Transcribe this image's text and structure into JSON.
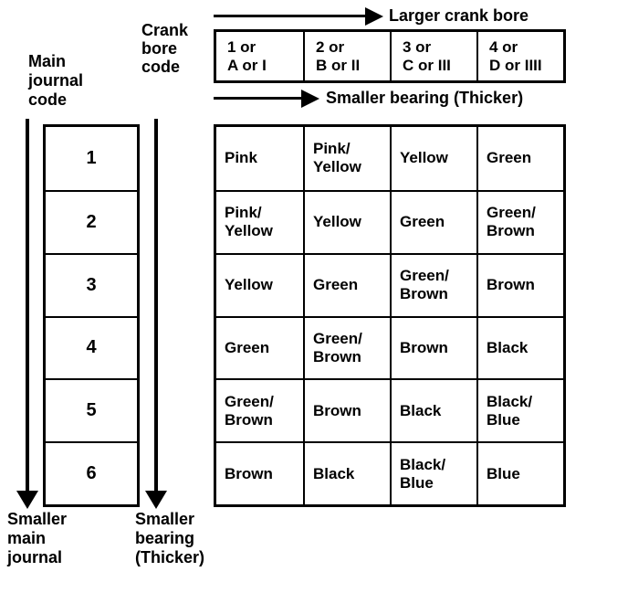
{
  "page": {
    "background": "#ffffff",
    "ink": "#000000",
    "description": "Bearing color selection chart by crank bore code and main journal code"
  },
  "labels": {
    "main_journal_code": "Main\njournal\ncode",
    "crank_bore_code": "Crank\nbore\ncode",
    "larger_crank_bore": "Larger crank bore",
    "smaller_bearing_top": "Smaller bearing (Thicker)",
    "smaller_main_journal": "Smaller\nmain\njournal",
    "smaller_bearing_bottom": "Smaller\nbearing\n(Thicker)"
  },
  "crank_bore_header": {
    "cells": [
      "1 or\nA or I",
      "2 or\nB or II",
      "3 or\nC or III",
      "4 or\nD or IIII"
    ]
  },
  "main_journal_rows": [
    "1",
    "2",
    "3",
    "4",
    "5",
    "6"
  ],
  "bearing_table": {
    "rows": [
      [
        "Pink",
        "Pink/\nYellow",
        "Yellow",
        "Green"
      ],
      [
        "Pink/\nYellow",
        "Yellow",
        "Green",
        "Green/\nBrown"
      ],
      [
        "Yellow",
        "Green",
        "Green/\nBrown",
        "Brown"
      ],
      [
        "Green",
        "Green/\nBrown",
        "Brown",
        "Black"
      ],
      [
        "Green/\nBrown",
        "Brown",
        "Black",
        "Black/\nBlue"
      ],
      [
        "Brown",
        "Black",
        "Black/\nBlue",
        "Blue"
      ]
    ]
  }
}
